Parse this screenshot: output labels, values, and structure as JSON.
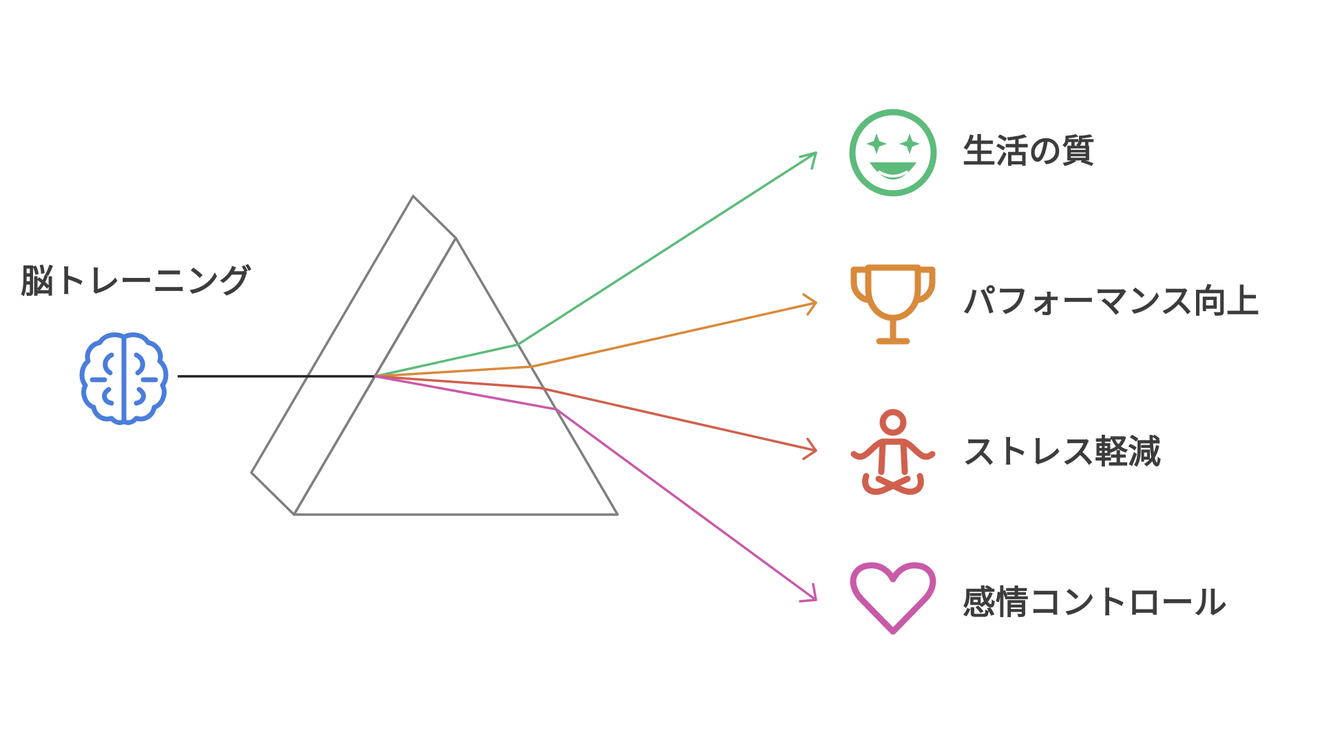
{
  "source": {
    "label": "脳トレーニング",
    "icon": "brain-icon",
    "color": "#4a7ddb"
  },
  "prism": {
    "color": "#7f7f7f"
  },
  "input_beam_color": "#222222",
  "outputs": [
    {
      "label": "生活の質",
      "icon": "star-eyes-smile-icon",
      "color": "#5dbb7b"
    },
    {
      "label": "パフォーマンス向上",
      "icon": "trophy-icon",
      "color": "#d88a3c"
    },
    {
      "label": "ストレス軽減",
      "icon": "meditation-icon",
      "color": "#d0604e"
    },
    {
      "label": "感情コントロール",
      "icon": "heart-icon",
      "color": "#c95aa8"
    }
  ]
}
